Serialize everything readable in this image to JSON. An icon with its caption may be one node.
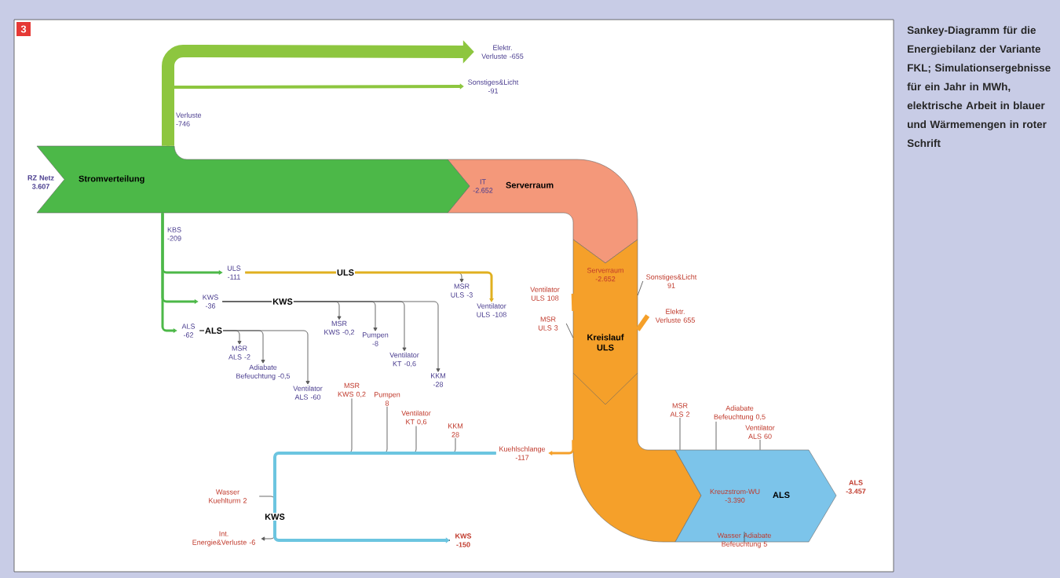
{
  "diagram": {
    "caption": "Sankey-Diagramm für die Energiebilanz der Variante FKL; Simulationsergebnisse für ein Jahr in MWh, elektrische Arbeit in blauer und Wärmemengen in roter Schrift",
    "nodes": [
      {
        "text": [
          "Stromverteilung"
        ],
        "beside": [
          "RZ Netz 3.607"
        ]
      },
      {
        "text": [
          "IT -2.652",
          "Serverraum"
        ]
      },
      {
        "text": [
          "Serverraum -2.652",
          "Kreislauf ULS"
        ]
      },
      {
        "text": [
          "Kreuzstrom-WU -3.390",
          "ALS"
        ],
        "beside": [
          "ALS -3.457"
        ]
      },
      {
        "text": [
          "Elektr. Verluste -655"
        ]
      },
      {
        "text": [
          "Sonstiges&Licht -91"
        ]
      },
      {
        "text": [
          "ULS -111"
        ]
      },
      {
        "text": [
          "KWS -36"
        ]
      },
      {
        "text": [
          "ALS -62"
        ]
      },
      {
        "text": [
          "MSR ULS -3"
        ]
      },
      {
        "text": [
          "Ventilator ULS -108"
        ]
      },
      {
        "text": [
          "MSR KWS -0,2"
        ]
      },
      {
        "text": [
          "Pumpen -8"
        ]
      },
      {
        "text": [
          "Ventilator KT -0,6"
        ]
      },
      {
        "text": [
          "KKM -28"
        ]
      },
      {
        "text": [
          "MSR ALS -2"
        ]
      },
      {
        "text": [
          "Adiabate Befeuchtung -0,5"
        ]
      },
      {
        "text": [
          "Ventilator ALS -60"
        ]
      },
      {
        "text": [
          "Ventilator ULS 108"
        ]
      },
      {
        "text": [
          "MSR ULS 3"
        ]
      },
      {
        "text": [
          "Sonstiges&Licht 91"
        ]
      },
      {
        "text": [
          "Elektr. Verluste 655"
        ]
      },
      {
        "text": [
          "Kuehlschlange -117"
        ]
      },
      {
        "text": [
          "MSR KWS 0,2"
        ]
      },
      {
        "text": [
          "Pumpen 8"
        ]
      },
      {
        "text": [
          "Ventilator KT 0,6"
        ]
      },
      {
        "text": [
          "KKM 28"
        ]
      },
      {
        "text": [
          "Wasser Kuehlturm 2"
        ]
      },
      {
        "text": [
          "Int. Energie&Verluste -6"
        ]
      },
      {
        "text": [
          "KWS -150"
        ]
      },
      {
        "text": [
          "MSR ALS 2"
        ]
      },
      {
        "text": [
          "Adiabate Befeuchtung 0,5"
        ]
      },
      {
        "text": [
          "Ventilator ALS 60"
        ]
      },
      {
        "text": [
          "Wasser Adiabate Befeuchtung 5"
        ]
      }
    ],
    "edges": [
      {
        "from": 0,
        "to": 4,
        "arrow": "to",
        "style": "thick",
        "color": "#8dc63f"
      },
      {
        "from": 0,
        "to": 5,
        "arrow": "to",
        "style": "thick",
        "color": "#8dc63f"
      },
      {
        "from": 0,
        "to": 6,
        "arrow": "to",
        "style": "thick",
        "color": "#4cb848"
      },
      {
        "from": 0,
        "to": 7,
        "arrow": "to",
        "style": "thick",
        "color": "#4cb848"
      },
      {
        "from": 0,
        "to": 8,
        "arrow": "to",
        "style": "thick",
        "color": "#4cb848"
      },
      {
        "from": 6,
        "to": 9,
        "arrow": "to"
      },
      {
        "from": 6,
        "to": 10,
        "arrow": "to",
        "label": "ULS",
        "style": "thick",
        "color": "#e0b020"
      },
      {
        "from": 7,
        "to": 11,
        "arrow": "to"
      },
      {
        "from": 7,
        "to": 12,
        "arrow": "to"
      },
      {
        "from": 7,
        "to": 13,
        "arrow": "to"
      },
      {
        "from": 7,
        "to": 14,
        "arrow": "to",
        "label": "KWS"
      },
      {
        "from": 8,
        "to": 15,
        "arrow": "to"
      },
      {
        "from": 8,
        "to": 16,
        "arrow": "to"
      },
      {
        "from": 8,
        "to": 17,
        "arrow": "to",
        "label": "ALS"
      },
      {
        "from": 18,
        "to": 2,
        "arrow": "none",
        "style": "thick",
        "color": "#f5a02a"
      },
      {
        "from": 19,
        "to": 2,
        "arrow": "none"
      },
      {
        "from": 20,
        "to": 2,
        "arrow": "none"
      },
      {
        "from": 21,
        "to": 2,
        "arrow": "none",
        "style": "thick",
        "color": "#f5a02a"
      },
      {
        "from": 2,
        "to": 22,
        "arrow": "to",
        "style": "thick",
        "color": "#f5a02a"
      },
      {
        "from": 22,
        "to": 29,
        "arrow": "to",
        "label": "KWS",
        "style": "thick",
        "color": "#6cc5e0"
      },
      {
        "from": 22,
        "to": 28,
        "arrow": "to"
      },
      {
        "from": 23,
        "to": 29,
        "arrow": "none"
      },
      {
        "from": 24,
        "to": 29,
        "arrow": "none"
      },
      {
        "from": 25,
        "to": 29,
        "arrow": "none"
      },
      {
        "from": 26,
        "to": 29,
        "arrow": "none"
      },
      {
        "from": 27,
        "to": 29,
        "arrow": "none"
      },
      {
        "from": 30,
        "to": 3,
        "arrow": "none"
      },
      {
        "from": 31,
        "to": 3,
        "arrow": "none"
      },
      {
        "from": 32,
        "to": 3,
        "arrow": "none"
      },
      {
        "from": 33,
        "to": 3,
        "arrow": "none"
      }
    ],
    "labels": [
      "3",
      "Verluste -746",
      "KBS -209"
    ]
  }
}
